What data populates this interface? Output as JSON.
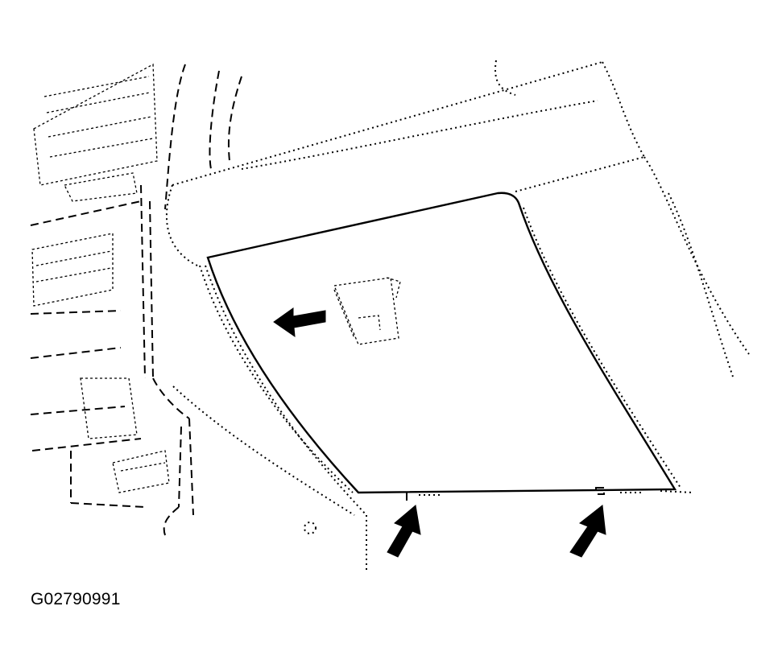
{
  "figure": {
    "id_label": "G02790991"
  },
  "colors": {
    "ink": "#000000",
    "background": "#ffffff"
  },
  "callouts": [
    {
      "name": "slide-left-arrow",
      "direction": "left"
    },
    {
      "name": "push-up-arrow-left",
      "direction": "up"
    },
    {
      "name": "push-up-arrow-right",
      "direction": "up"
    }
  ]
}
